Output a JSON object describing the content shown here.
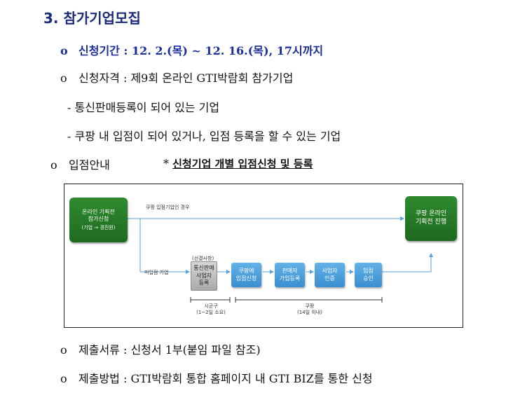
{
  "heading": "3. 참가기업모집",
  "bullet_symbol": "ο",
  "period": {
    "label": "신청기간",
    "value": ": 12. 2.(목)  ~  12. 16.(목), 17시까지"
  },
  "qualification": {
    "label": "신청자격",
    "value": ": 제9회 온라인 GTI박람회 참가기업",
    "subs": [
      "- 통신판매등록이 되어 있는 기업",
      "- 쿠팡 내 입점이 되어 있거나, 입점 등록을 할 수 있는 기업"
    ]
  },
  "entry": {
    "label": "입점안내",
    "note_mark": "*",
    "note_text": "신청기업 개별 입점신청 및 등록"
  },
  "flow": {
    "start_box": [
      "온라인 기획전",
      "참가신청",
      "(기업 → 경진원)"
    ],
    "end_box": [
      "쿠팡 온라인",
      "기획전 진행"
    ],
    "top_label": "쿠팡 입점기업인 경우",
    "branch_label": "미입점 기업",
    "prereq_label": "(선결사항)",
    "gray_box": [
      "통신판매",
      "사업자",
      "등록"
    ],
    "steps": [
      [
        "쿠팡에",
        "입점신청"
      ],
      [
        "판매자",
        "가입등록"
      ],
      [
        "사업자",
        "인증"
      ],
      [
        "입점",
        "승인"
      ]
    ],
    "left_bracket": [
      "시군구",
      "(1~2일 소요)"
    ],
    "right_bracket": [
      "쿠팡",
      "(14일 이내)"
    ]
  },
  "documents": {
    "label": "제출서류",
    "value": ": 신청서 1부(붙임 파일 참조)"
  },
  "method": {
    "label": "제출방법",
    "value": ": GTI박람회 통합 홈페이지 내 GTI BIZ를 통한 신청"
  }
}
